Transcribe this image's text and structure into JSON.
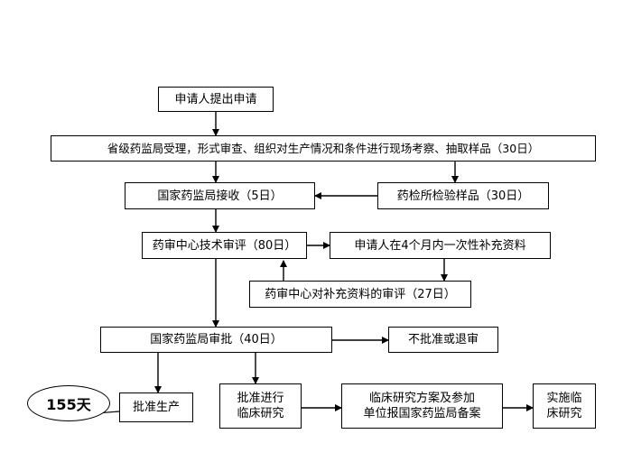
{
  "nodes": {
    "apply": "申请人提出申请",
    "provincial": "省级药监局受理，形式审查、组织对生产情况和条件进行现场考察、抽取样品（30日）",
    "sfda_receive": "国家药监局接收（5日）",
    "lab_test": "药检所检验样品（30日）",
    "cde_review": "药审中心技术审评（80日）",
    "supplement": "申请人在4个月内一次性补充资料",
    "supplement_review": "药审中心对补充资料的审评（27日）",
    "sfda_approve": "国家药监局审批（40日）",
    "reject": "不批准或退审",
    "approve_production": "批准生产",
    "approve_clinical": [
      "批准进行",
      "临床研究"
    ],
    "clinical_plan": [
      "临床研究方案及参加",
      "单位报国家药监局备案"
    ],
    "conduct_clinical": [
      "实施临",
      "床研究"
    ]
  },
  "callout": "155天"
}
